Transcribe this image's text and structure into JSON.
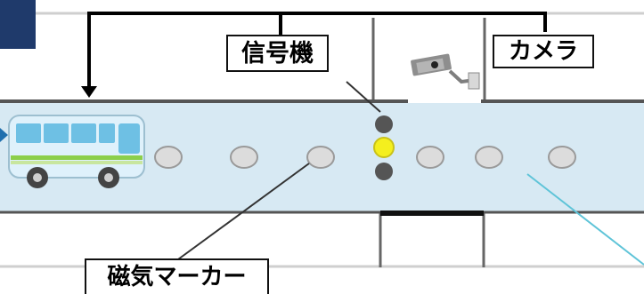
{
  "labels": {
    "signal": "信号機",
    "camera": "カメラ",
    "marker": "磁気マーカー"
  },
  "colors": {
    "road": "#d7e9f3",
    "road_edge": "#555555",
    "marker_fill": "#dcdcdc",
    "marker_stroke": "#9a9a9a",
    "signal_lit": "#f4ef1e",
    "signal_dark": "#555555",
    "corner_block": "#1f3a6b",
    "leader_teal": "#5fc4d8",
    "bus_body": "#dff1fb",
    "bus_window": "#6ec0e4",
    "bus_stripe": "#8ccf4a"
  },
  "icons": [
    "bus-icon",
    "camera-icon",
    "traffic-signal-icon",
    "magnetic-marker-icon"
  ]
}
